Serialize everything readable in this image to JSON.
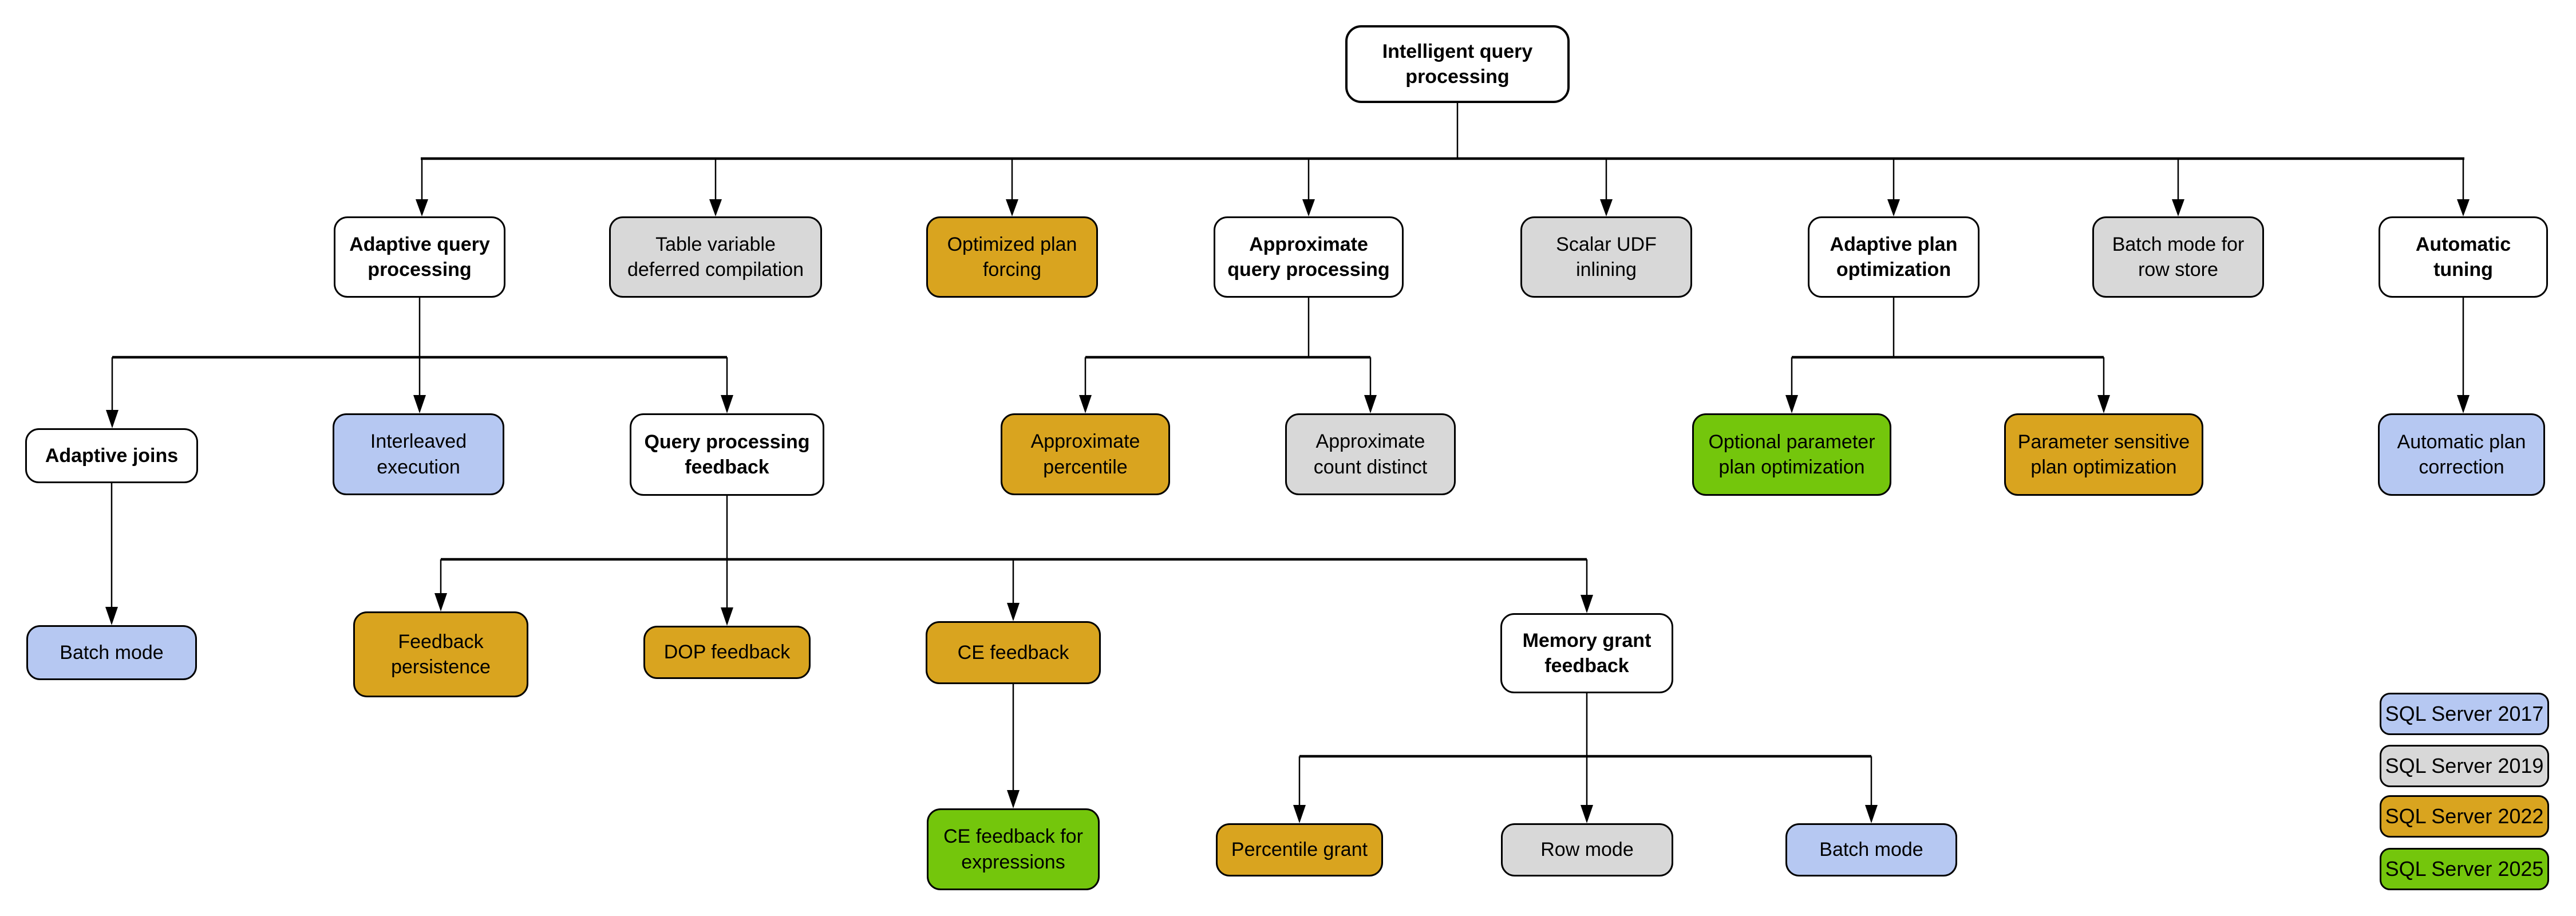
{
  "palette": {
    "sql_server_2017": "#B6C8F2",
    "sql_server_2019": "#D8D8D8",
    "sql_server_2022": "#D9A41F",
    "sql_server_2025": "#74C60C",
    "unversioned": "#FFFFFF"
  },
  "nodes": [
    {
      "id": "intelligent-query-processing",
      "label": "Intelligent query\nprocessing",
      "color": "#FFFFFF"
    },
    {
      "id": "adaptive-query-processing",
      "label": "Adaptive query\nprocessing",
      "color": "#FFFFFF"
    },
    {
      "id": "table-variable-deferred-compilation",
      "label": "Table variable\ndeferred compilation",
      "color": "#D8D8D8",
      "version": "SQL Server 2019"
    },
    {
      "id": "optimized-plan-forcing",
      "label": "Optimized plan\nforcing",
      "color": "#D9A41F",
      "version": "SQL Server 2022"
    },
    {
      "id": "approximate-query-processing",
      "label": "Approximate\nquery processing",
      "color": "#FFFFFF"
    },
    {
      "id": "scalar-udf-inlining",
      "label": "Scalar UDF\ninlining",
      "color": "#D8D8D8",
      "version": "SQL Server 2019"
    },
    {
      "id": "adaptive-plan-optimization",
      "label": "Adaptive plan\noptimization",
      "color": "#FFFFFF"
    },
    {
      "id": "batch-mode-for-row-store",
      "label": "Batch mode for\nrow store",
      "color": "#D8D8D8",
      "version": "SQL Server 2019"
    },
    {
      "id": "automatic-tuning",
      "label": "Automatic\ntuning",
      "color": "#FFFFFF"
    },
    {
      "id": "adaptive-joins",
      "label": "Adaptive joins",
      "color": "#FFFFFF"
    },
    {
      "id": "interleaved-execution",
      "label": "Interleaved\nexecution",
      "color": "#B6C8F2",
      "version": "SQL Server 2017"
    },
    {
      "id": "query-processing-feedback",
      "label": "Query processing\nfeedback",
      "color": "#FFFFFF"
    },
    {
      "id": "approximate-percentile",
      "label": "Approximate\npercentile",
      "color": "#D9A41F",
      "version": "SQL Server 2022"
    },
    {
      "id": "approximate-count-distinct",
      "label": "Approximate\ncount distinct",
      "color": "#D8D8D8",
      "version": "SQL Server 2019"
    },
    {
      "id": "optional-parameter-plan-optimization",
      "label": "Optional parameter\nplan optimization",
      "color": "#74C60C",
      "version": "SQL Server 2025"
    },
    {
      "id": "parameter-sensitive-plan-optimization",
      "label": "Parameter sensitive\nplan optimization",
      "color": "#D9A41F",
      "version": "SQL Server 2022"
    },
    {
      "id": "automatic-plan-correction",
      "label": "Automatic plan\ncorrection",
      "color": "#B6C8F2",
      "version": "SQL Server 2017"
    },
    {
      "id": "batch-mode-1",
      "label": "Batch mode",
      "color": "#B6C8F2",
      "version": "SQL Server 2017"
    },
    {
      "id": "feedback-persistence",
      "label": "Feedback\npersistence",
      "color": "#D9A41F",
      "version": "SQL Server 2022"
    },
    {
      "id": "dop-feedback",
      "label": "DOP feedback",
      "color": "#D9A41F",
      "version": "SQL Server 2022"
    },
    {
      "id": "ce-feedback",
      "label": "CE feedback",
      "color": "#D9A41F",
      "version": "SQL Server 2022"
    },
    {
      "id": "memory-grant-feedback",
      "label": "Memory grant\nfeedback",
      "color": "#FFFFFF"
    },
    {
      "id": "ce-feedback-for-expressions",
      "label": "CE feedback for\nexpressions",
      "color": "#74C60C",
      "version": "SQL Server 2025"
    },
    {
      "id": "percentile-grant",
      "label": "Percentile grant",
      "color": "#D9A41F",
      "version": "SQL Server 2022"
    },
    {
      "id": "row-mode",
      "label": "Row mode",
      "color": "#D8D8D8",
      "version": "SQL Server 2019"
    },
    {
      "id": "batch-mode-2",
      "label": "Batch mode",
      "color": "#B6C8F2",
      "version": "SQL Server 2017"
    }
  ],
  "edges": [
    [
      "intelligent-query-processing",
      "adaptive-query-processing"
    ],
    [
      "intelligent-query-processing",
      "table-variable-deferred-compilation"
    ],
    [
      "intelligent-query-processing",
      "optimized-plan-forcing"
    ],
    [
      "intelligent-query-processing",
      "approximate-query-processing"
    ],
    [
      "intelligent-query-processing",
      "scalar-udf-inlining"
    ],
    [
      "intelligent-query-processing",
      "adaptive-plan-optimization"
    ],
    [
      "intelligent-query-processing",
      "batch-mode-for-row-store"
    ],
    [
      "intelligent-query-processing",
      "automatic-tuning"
    ],
    [
      "adaptive-query-processing",
      "adaptive-joins"
    ],
    [
      "adaptive-query-processing",
      "interleaved-execution"
    ],
    [
      "adaptive-query-processing",
      "query-processing-feedback"
    ],
    [
      "approximate-query-processing",
      "approximate-percentile"
    ],
    [
      "approximate-query-processing",
      "approximate-count-distinct"
    ],
    [
      "adaptive-plan-optimization",
      "optional-parameter-plan-optimization"
    ],
    [
      "adaptive-plan-optimization",
      "parameter-sensitive-plan-optimization"
    ],
    [
      "automatic-tuning",
      "automatic-plan-correction"
    ],
    [
      "adaptive-joins",
      "batch-mode-1"
    ],
    [
      "query-processing-feedback",
      "feedback-persistence"
    ],
    [
      "query-processing-feedback",
      "dop-feedback"
    ],
    [
      "query-processing-feedback",
      "ce-feedback"
    ],
    [
      "query-processing-feedback",
      "memory-grant-feedback"
    ],
    [
      "ce-feedback",
      "ce-feedback-for-expressions"
    ],
    [
      "memory-grant-feedback",
      "percentile-grant"
    ],
    [
      "memory-grant-feedback",
      "row-mode"
    ],
    [
      "memory-grant-feedback",
      "batch-mode-2"
    ]
  ],
  "legend": [
    {
      "label": "SQL Server 2017",
      "color": "#B6C8F2"
    },
    {
      "label": "SQL Server 2019",
      "color": "#D8D8D8"
    },
    {
      "label": "SQL Server 2022",
      "color": "#D9A41F"
    },
    {
      "label": "SQL Server 2025",
      "color": "#74C60C"
    }
  ]
}
